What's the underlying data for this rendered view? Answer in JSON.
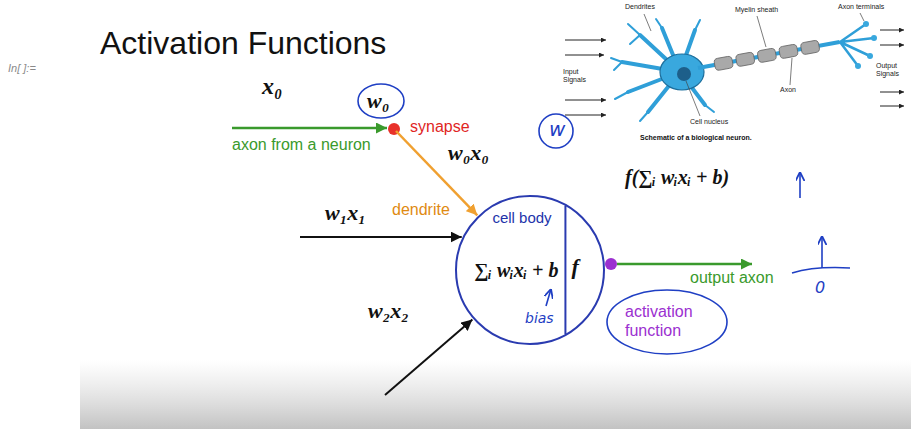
{
  "diagram": {
    "title": "Activation Functions",
    "nodes": [
      {
        "text": [
          "cell body",
          "∑ᵢ wᵢxᵢ + b",
          "f"
        ]
      }
    ],
    "labels": [
      "In[ ]:=",
      "x₀",
      "w₀",
      "synapse",
      "w",
      "w₀x₀",
      "axon from a neuron",
      "dendrite",
      "w₁x₁",
      "w₂x₂",
      "bias",
      "f(∑ᵢ wᵢxᵢ + b)",
      "output axon",
      "activation function",
      "0",
      "Input Signals",
      "Dendrites",
      "Myelin sheath",
      "Axon terminals",
      "Cell nucleus",
      "Axon",
      "Output Signals",
      "Schematic of a biological neuron."
    ]
  }
}
